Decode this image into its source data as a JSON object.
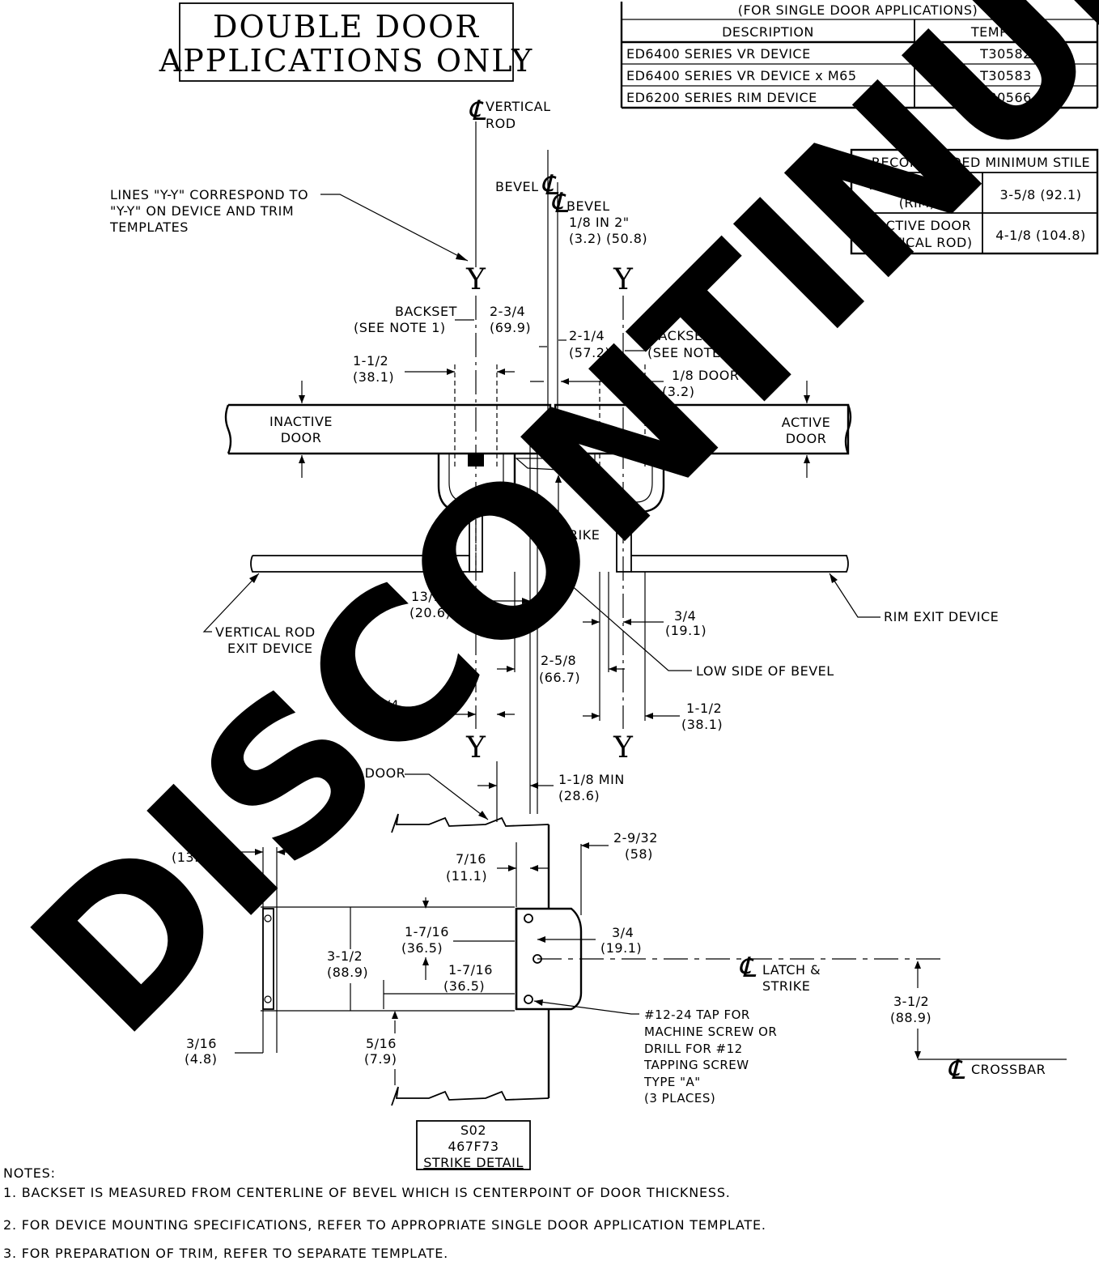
{
  "title_box": {
    "line1": "DOUBLE DOOR",
    "line2": "APPLICATIONS ONLY"
  },
  "template_table": {
    "caption": "(FOR SINGLE DOOR APPLICATIONS)",
    "headers": [
      "DESCRIPTION",
      "TEMPLATE"
    ],
    "rows": [
      [
        "ED6400 SERIES VR DEVICE",
        "T30582"
      ],
      [
        "ED6400 SERIES VR DEVICE x M65",
        "T30583"
      ],
      [
        "ED6200 SERIES RIM DEVICE",
        "T30566"
      ]
    ]
  },
  "stile_table": {
    "caption": "RECOMMENDED MINIMUM STILE",
    "rows": [
      {
        "label1": "ACTIVE DOOR",
        "label2": "(RIM)",
        "value": "3-5/8 (92.1)"
      },
      {
        "label1": "INACTIVE DOOR",
        "label2": "(VERTICAL ROD)",
        "value": "4-1/8 (104.8)"
      }
    ]
  },
  "labels": {
    "cl_symbol": "℄",
    "vertical_rod_1": "VERTICAL",
    "vertical_rod_2": "ROD",
    "bevel_left": "BEVEL",
    "bevel_right": "BEVEL",
    "bevel_spec_1": "1/8 IN 2\"",
    "bevel_spec_2": "(3.2) (50.8)",
    "yy_note_1": "LINES \"Y-Y\" CORRESPOND TO",
    "yy_note_2": "\"Y-Y\" ON DEVICE AND TRIM",
    "yy_note_3": "TEMPLATES",
    "y": "Y",
    "backset_left_1": "BACKSET",
    "backset_left_2": "(SEE NOTE 1)",
    "dim_2_3_4_a": "2-3/4",
    "dim_2_3_4_b": "(69.9)",
    "dim_2_1_4_a": "2-1/4",
    "dim_2_1_4_b": "(57.2)",
    "backset_right_1": "BACKSET",
    "backset_right_2": "(SEE NOTE 1)",
    "dim_1_1_2_a": "1-1/2",
    "dim_1_1_2_b": "(38.1)",
    "door_gap_1": "1/8 DOOR GAP",
    "door_gap_2": "(3.2)",
    "inactive_door_1": "INACTIVE",
    "inactive_door_2": "DOOR",
    "active_door_1": "ACTIVE",
    "active_door_2": "DOOR",
    "strike": "STRIKE",
    "dim_13_16_a": "13/16",
    "dim_13_16_b": "(20.6)",
    "dim_3_4_a": "3/4",
    "dim_3_4_b": "(19.1)",
    "vr_exit_1": "VERTICAL ROD",
    "vr_exit_2": "EXIT DEVICE",
    "rim_exit": "RIM EXIT DEVICE",
    "dim_2_5_8_a": "2-5/8",
    "dim_2_5_8_b": "(66.7)",
    "low_side_bevel": "LOW SIDE OF BEVEL",
    "dim_3_4_c": "3/4",
    "dim_3_4_d": "(19.1)",
    "dim_1_1_2_c": "1-1/2",
    "dim_1_1_2_d": "(38.1)",
    "inactive_door_lower": "INACTIVE DOOR",
    "dim_1_1_8_a": "1-1/8 MIN",
    "dim_1_1_8_b": "(28.6)",
    "dim_17_32_a": "17/32",
    "dim_17_32_b": "(13.5)",
    "dim_7_16_a": "7/16",
    "dim_7_16_b": "(11.1)",
    "dim_2_9_32_a": "2-9/32",
    "dim_2_9_32_b": "(58)",
    "dim_1_7_16_a": "1-7/16",
    "dim_1_7_16_b": "(36.5)",
    "dim_3_4_e": "3/4",
    "dim_3_4_f": "(19.1)",
    "dim_3_1_2_a": "3-1/2",
    "dim_3_1_2_b": "(88.9)",
    "dim_1_7_16_c": "1-7/16",
    "dim_1_7_16_d": "(36.5)",
    "latch_strike_1": "LATCH &",
    "latch_strike_2": "STRIKE",
    "dim_3_1_2_c": "3-1/2",
    "dim_3_1_2_d": "(88.9)",
    "tap_1": "#12-24 TAP FOR",
    "tap_2": "MACHINE SCREW OR",
    "tap_3": "DRILL FOR #12",
    "tap_4": "TAPPING SCREW",
    "tap_5": "TYPE \"A\"",
    "tap_6": "(3 PLACES)",
    "dim_3_16_a": "3/16",
    "dim_3_16_b": "(4.8)",
    "dim_5_16_a": "5/16",
    "dim_5_16_b": "(7.9)",
    "crossbar": "CROSSBAR",
    "strike_box_1": "S02",
    "strike_box_2": "467F73",
    "strike_box_3": "STRIKE DETAIL"
  },
  "notes": {
    "heading": "NOTES:",
    "items": [
      "1.   BACKSET IS MEASURED FROM CENTERLINE OF BEVEL WHICH IS CENTERPOINT OF DOOR THICKNESS.",
      "2.   FOR DEVICE MOUNTING SPECIFICATIONS, REFER TO APPROPRIATE SINGLE DOOR APPLICATION TEMPLATE.",
      "3.   FOR PREPARATION OF TRIM, REFER TO SEPARATE TEMPLATE."
    ]
  },
  "watermark": "DISCONTINUED"
}
